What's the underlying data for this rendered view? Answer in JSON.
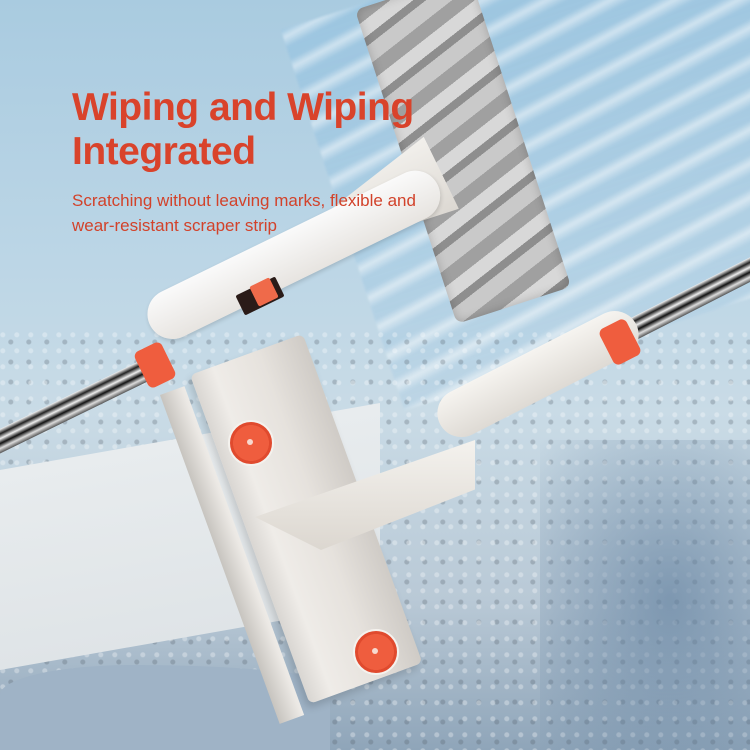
{
  "headline": {
    "line1": "Wiping and Wiping",
    "line2": "Integrated"
  },
  "subtext": {
    "line1": "Scratching without leaving marks, flexible and",
    "line2": "wear-resistant scraper strip"
  },
  "colors": {
    "accent": "#d9432b",
    "cap": "#ef5d3e",
    "sky": "#a9cbe0",
    "handle": "#f2f0ec"
  },
  "product": {
    "parts": [
      "sponge-wiper-head",
      "scraper-head",
      "telescopic-pole",
      "slide-lock",
      "rotation-knob"
    ]
  }
}
